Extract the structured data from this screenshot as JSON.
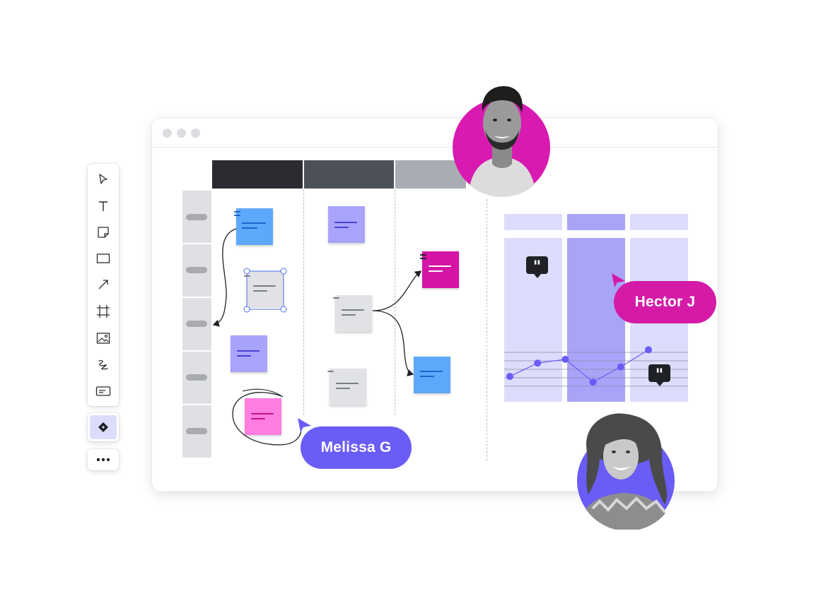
{
  "toolbar": {
    "tools": [
      {
        "name": "select-tool",
        "icon": "cursor-arrow-icon"
      },
      {
        "name": "text-tool",
        "icon": "text-icon"
      },
      {
        "name": "sticky-note-tool",
        "icon": "sticky-note-icon"
      },
      {
        "name": "shape-tool",
        "icon": "rectangle-icon"
      },
      {
        "name": "line-tool",
        "icon": "arrow-line-icon"
      },
      {
        "name": "frame-tool",
        "icon": "frame-icon"
      },
      {
        "name": "image-tool",
        "icon": "image-icon"
      },
      {
        "name": "draw-tool",
        "icon": "pen-scribble-icon"
      },
      {
        "name": "text-box-tool",
        "icon": "text-box-icon"
      }
    ],
    "special_tool_icon": "diamond-icon",
    "more_icon": "more-dots-icon"
  },
  "collaborators": [
    {
      "name": "Melissa G",
      "color": "#6a5cf6"
    },
    {
      "name": "Hector J",
      "color": "#d41aa7"
    }
  ],
  "colors": {
    "header_dark": "#2a2c31",
    "header_mid": "#4c5058",
    "header_light": "#a9acb2",
    "note_blue": "#5ea8fb",
    "note_violet": "#a8a4fb",
    "note_gray": "#e1e2e5",
    "note_magenta": "#d414a4",
    "note_pink": "#ff7ddf",
    "chart_lavender": "#dcdcfc",
    "chart_violet": "#a9a4f8",
    "chart_line": "#6a5cf6"
  },
  "chart_data": {
    "type": "line",
    "x": [
      1,
      2,
      3,
      4,
      5,
      6
    ],
    "values": [
      1.0,
      1.7,
      1.9,
      0.7,
      1.5,
      2.4
    ],
    "ylim": [
      0,
      2.6
    ],
    "grid": true
  }
}
